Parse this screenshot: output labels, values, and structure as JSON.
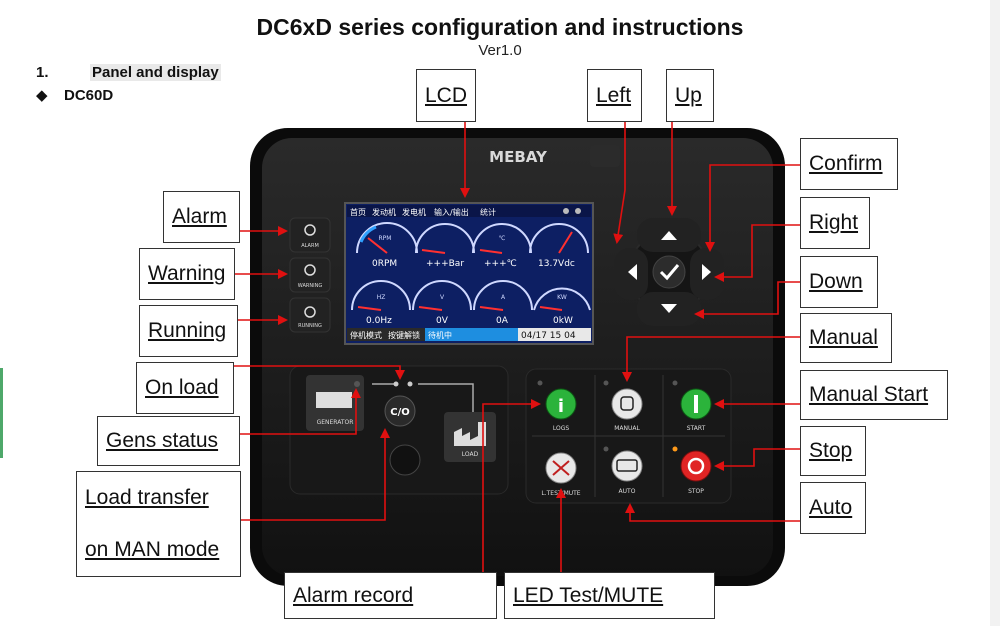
{
  "header": {
    "title": "DC6xD series configuration and instructions",
    "version": "Ver1.0",
    "section_number": "1.",
    "section_title": "Panel and display",
    "model_bullet": "◆",
    "model": "DC60D"
  },
  "device": {
    "brand": "MEBAY",
    "lcd": {
      "menu": [
        "首页",
        "发动机",
        "发电机",
        "输入/输出",
        "统计"
      ],
      "readouts": [
        "0RPM",
        "+++Bar",
        "+++℃",
        "13.7Vdc",
        "0.0Hz",
        "0V",
        "0A",
        "0kW"
      ],
      "gauge_units": [
        "RPM",
        "",
        "℃",
        "",
        "HZ",
        "V",
        "A",
        "KW"
      ],
      "status_segments": [
        "停机模式",
        "按键解锁",
        "待机中"
      ],
      "datetime": "04/17 15 04"
    },
    "indicators": [
      "ALARM",
      "WARNING",
      "RUNNING"
    ],
    "transfer": {
      "generator": "GENERATOR",
      "co_button": "C/O",
      "load": "LOAD"
    },
    "buttons": [
      "LOGS",
      "MANUAL",
      "START",
      "L.TEST/MUTE",
      "AUTO",
      "STOP"
    ]
  },
  "callouts": {
    "lcd": "LCD",
    "left": "Left",
    "up": "Up",
    "confirm": "Confirm",
    "right": "Right",
    "down": "Down",
    "manual": "Manual",
    "manual_start": "Manual Start",
    "stop": "Stop",
    "auto": "Auto",
    "alarm": "Alarm",
    "warning": "Warning",
    "running": "Running",
    "on_load": "On load",
    "gens_status": "Gens status",
    "load_transfer_1": "Load transfer",
    "load_transfer_2": "on MAN mode",
    "alarm_record": "Alarm record",
    "led_test_mute": "LED Test/MUTE"
  },
  "colors": {
    "arrow": "#e01010",
    "panel": "#1c1c1c",
    "lcd_bg": "#0d1f63",
    "logs_button": "#2bb33b",
    "start_button": "#2bb33b",
    "stop_button": "#e02424",
    "status_bar": "#1e8ee0"
  }
}
